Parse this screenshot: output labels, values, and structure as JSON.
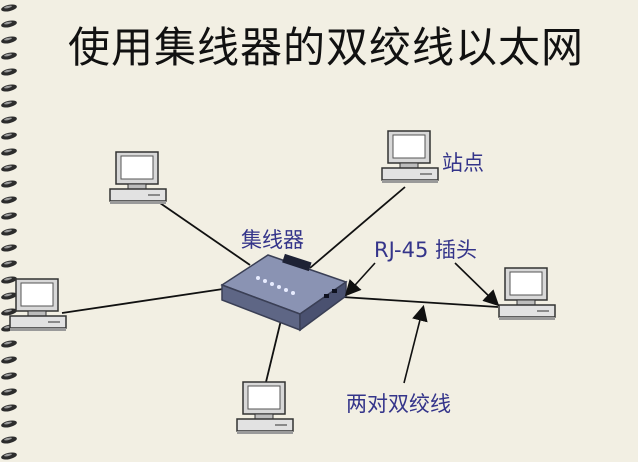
{
  "title": "使用集线器的双绞线以太网",
  "labels": {
    "station": "站点",
    "hub": "集线器",
    "rj45": "RJ-45 插头",
    "twisted_pair": "两对双绞线"
  },
  "colors": {
    "background": "#f2efe3",
    "label": "#34348a",
    "hub_body": "#8a93b3"
  },
  "icons": [
    "spiral-binding-icon",
    "computer-icon",
    "hub-icon",
    "arrow-icon"
  ]
}
